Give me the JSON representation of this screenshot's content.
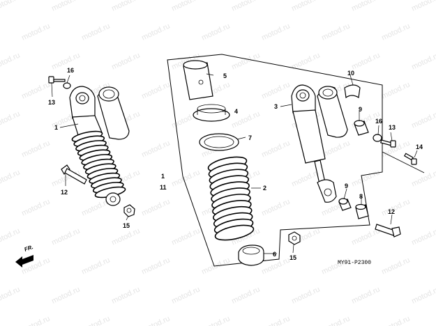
{
  "watermark": "motod.ru",
  "diagram_code": "MY91-P2300",
  "direction": {
    "label": "FR."
  },
  "callouts": {
    "c1a": "1",
    "c1b": "1",
    "c11": "11",
    "c2": "2",
    "c3": "3",
    "c4": "4",
    "c5": "5",
    "c6": "6",
    "c7": "7",
    "c8": "8",
    "c9a": "9",
    "c9b": "9",
    "c10": "10",
    "c12a": "12",
    "c12b": "12",
    "c13a": "13",
    "c13b": "13",
    "c14": "14",
    "c15a": "15",
    "c15b": "15",
    "c16a": "16",
    "c16b": "16"
  }
}
